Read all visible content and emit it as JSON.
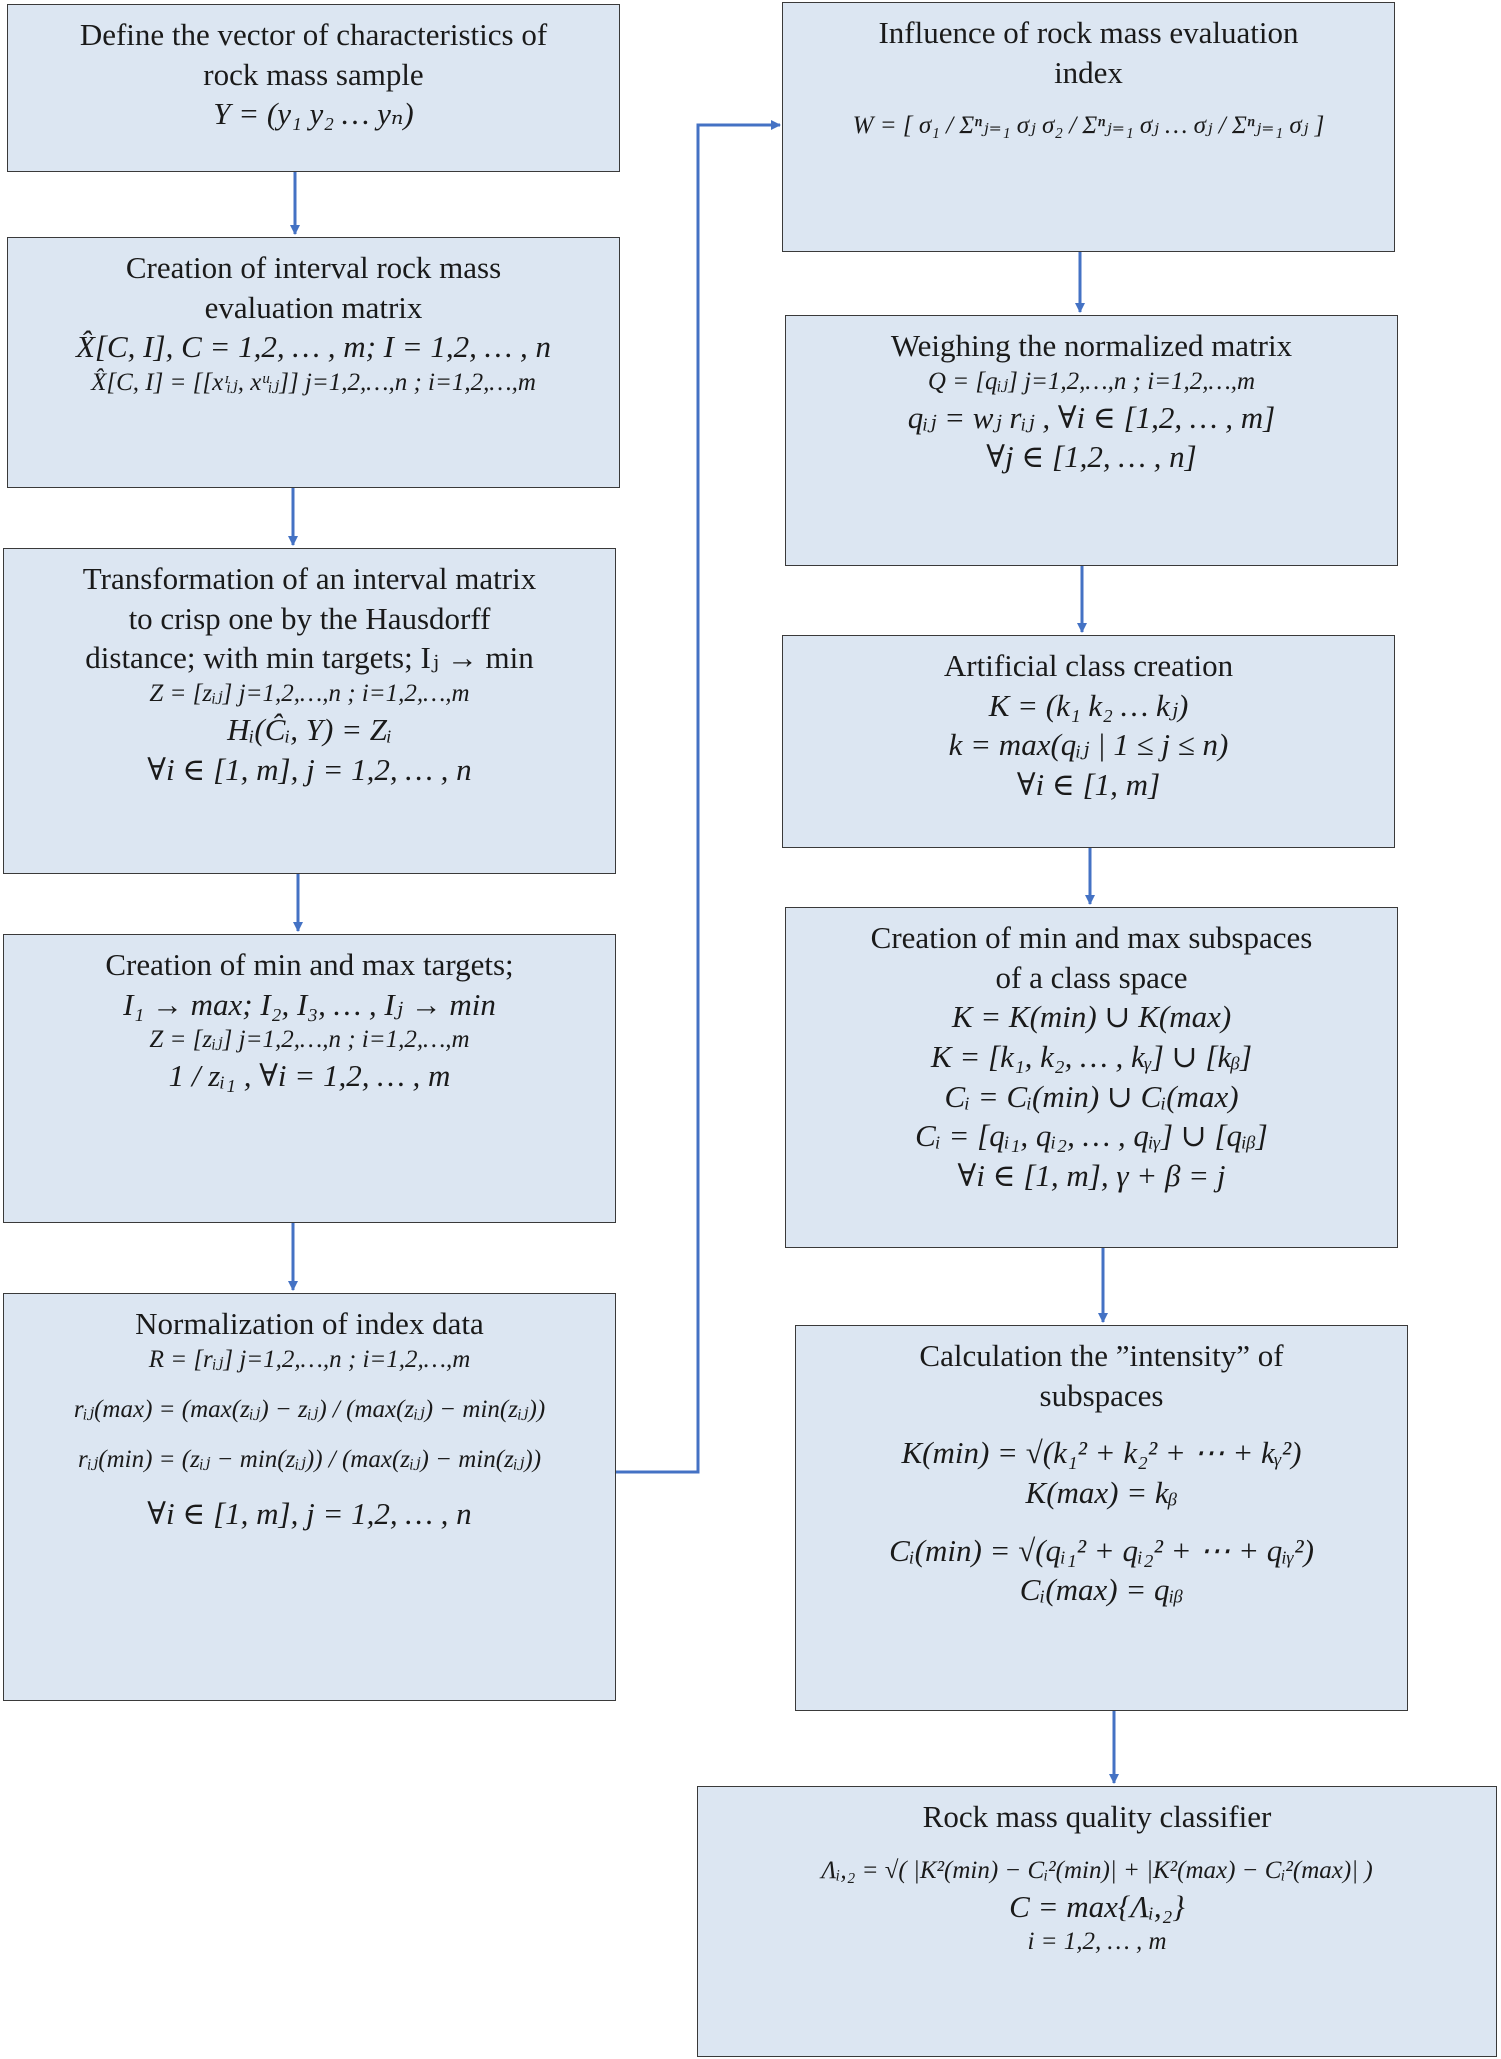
{
  "left_column": [
    {
      "id": "define_vector",
      "title_lines": [
        "Define the vector of characteristics of",
        "rock mass sample"
      ],
      "formula_lines": [
        "Y = (y₁    y₂    …    yₙ)"
      ]
    },
    {
      "id": "interval_matrix",
      "title_lines": [
        "Creation of interval rock mass",
        "evaluation matrix"
      ],
      "formula_lines": [
        "X̂[C, I], C = 1,2, … , m; I = 1,2, … , n",
        "X̂[C, I] = [[xᶦᵢⱼ, xᵘᵢⱼ]] j=1,2,…,n ; i=1,2,…,m"
      ]
    },
    {
      "id": "hausdorff",
      "title_lines": [
        "Transformation of an interval matrix",
        "to crisp one by the Hausdorff",
        "distance; with min targets; Iⱼ → min"
      ],
      "formula_lines": [
        "Z = [zᵢⱼ] j=1,2,…,n ; i=1,2,…,m",
        "Hᵢ(Ĉᵢ, Y) = Zᵢ",
        "∀i ∈ [1, m], j = 1,2, … , n"
      ]
    },
    {
      "id": "min_max_targets",
      "title_lines": [
        "Creation of min and max targets;"
      ],
      "formula_lines": [
        "I₁ → max; I₂, I₃, … , Iⱼ → min",
        "Z = [zᵢⱼ] j=1,2,…,n ; i=1,2,…,m",
        "1 / zᵢ₁ , ∀i = 1,2, … , m"
      ]
    },
    {
      "id": "normalization",
      "title_lines": [
        "Normalization of index data"
      ],
      "formula_lines": [
        "R = [rᵢⱼ] j=1,2,…,n ; i=1,2,…,m",
        "rᵢⱼ(max) = (max(zᵢⱼ) − zᵢⱼ) / (max(zᵢⱼ) − min(zᵢⱼ))",
        "rᵢⱼ(min) = (zᵢⱼ − min(zᵢⱼ)) / (max(zᵢⱼ) − min(zᵢⱼ))",
        "∀i ∈ [1, m], j = 1,2, … , n"
      ]
    }
  ],
  "right_column": [
    {
      "id": "influence_index",
      "title_lines": [
        "Influence of rock mass evaluation",
        "index"
      ],
      "formula_lines": [
        "W = [ σ₁ / Σⁿⱼ₌₁ σⱼ    σ₂ / Σⁿⱼ₌₁ σⱼ    …    σⱼ / Σⁿⱼ₌₁ σⱼ ]"
      ]
    },
    {
      "id": "weighing",
      "title_lines": [
        "Weighing the normalized matrix"
      ],
      "formula_lines": [
        "Q = [qᵢⱼ] j=1,2,…,n ; i=1,2,…,m",
        "qᵢⱼ = wⱼ rᵢⱼ , ∀i ∈ [1,2, … , m]",
        "∀j ∈ [1,2, … , n]"
      ]
    },
    {
      "id": "artificial_class",
      "title_lines": [
        "Artificial class creation"
      ],
      "formula_lines": [
        "K = (k₁    k₂    …    kⱼ)",
        "k = max(qᵢⱼ | 1 ≤ j ≤ n)",
        "∀i ∈ [1, m]"
      ]
    },
    {
      "id": "subspaces",
      "title_lines": [
        "Creation of min and max subspaces",
        "of a class space"
      ],
      "formula_lines": [
        "K = K(min) ∪ K(max)",
        "K = [k₁, k₂, … , kᵧ] ∪ [kᵦ]",
        "Cᵢ = Cᵢ(min) ∪ Cᵢ(max)",
        "Cᵢ = [qᵢ₁, qᵢ₂, … , qᵢᵧ] ∪ [qᵢᵦ]",
        "∀i ∈ [1, m], γ + β = j"
      ]
    },
    {
      "id": "intensity",
      "title_lines": [
        "Calculation the ”intensity” of",
        "subspaces"
      ],
      "formula_lines": [
        "K(min) = √(k₁² + k₂² + ⋯ + kᵧ²)",
        "K(max) = kᵦ",
        "Cᵢ(min) = √(qᵢ₁² + qᵢ₂² + ⋯ + qᵢᵧ²)",
        "Cᵢ(max) = qᵢᵦ"
      ]
    },
    {
      "id": "classifier",
      "title_lines": [
        "Rock mass quality classifier"
      ],
      "formula_lines": [
        "Λᵢ,₂ = √( |K²(min) − Cᵢ²(min)| + |K²(max) − Cᵢ²(max)| )",
        "C = max{Λᵢ,₂}",
        "i = 1,2, … , m"
      ]
    }
  ],
  "colors": {
    "box_fill": "#dce6f2",
    "box_border": "#3a3a3a",
    "arrow": "#4472c4"
  }
}
